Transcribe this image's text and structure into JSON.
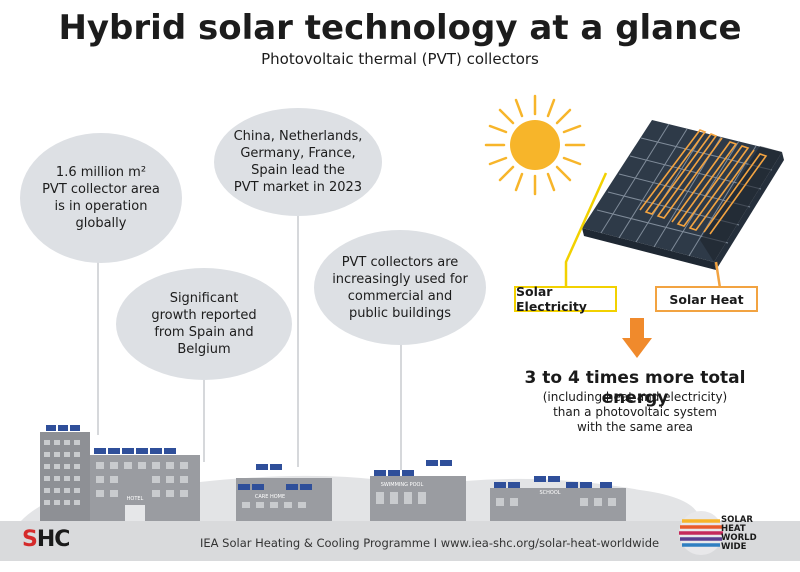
{
  "title": "Hybrid solar technology at a glance",
  "subtitle": "Photovoltaic thermal (PVT) collectors",
  "bubbles": {
    "area": {
      "line1": "1.6 million m²",
      "line2": "PVT collector area",
      "line3": "is in operation",
      "line4": "globally"
    },
    "markets": {
      "line1": "China, Netherlands,",
      "line2": "Germany, France,",
      "line3": "Spain lead the",
      "line4": "PVT market in 2023"
    },
    "growth": {
      "line1": "Significant",
      "line2": "growth reported",
      "line3": "from Spain and",
      "line4": "Belgium"
    },
    "buildings": {
      "line1": "PVT collectors are",
      "line2": "increasingly used for",
      "line3": "commercial and",
      "line4": "public buildings"
    }
  },
  "labels": {
    "electricity": "Solar Electricity",
    "heat": "Solar Heat"
  },
  "energy": {
    "headline": "3 to 4 times more total energy",
    "line1": "(including heat and electricity)",
    "line2": "than a photovoltaic system",
    "line3": "with the same area"
  },
  "buildings": {
    "hotel": "HOTEL",
    "care_home": "CARE HOME",
    "pool": "SWIMMING POOL",
    "school": "SCHOOL"
  },
  "footer": {
    "logo": "SHC",
    "text": "IEA Solar Heating & Cooling Programme I www.iea-shc.org/solar-heat-worldwide",
    "badge_line1": "SOLAR",
    "badge_line2": "HEAT",
    "badge_line3": "WORLD",
    "badge_line4": "WIDE"
  },
  "colors": {
    "bubble": "#dde0e4",
    "electricity": "#f2d100",
    "heat": "#f2a341",
    "arrow": "#f08a2c",
    "sun": "#f7b52a",
    "panel": "#3b4655",
    "building": "#8e9095"
  }
}
